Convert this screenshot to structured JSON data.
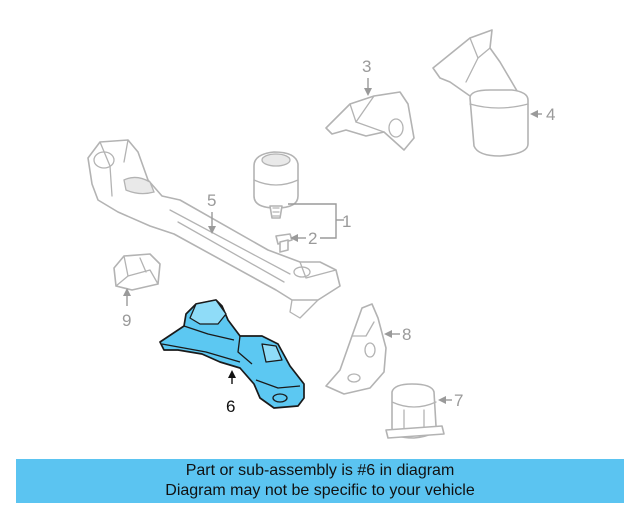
{
  "callouts": {
    "c1": "1",
    "c2": "2",
    "c3": "3",
    "c4": "4",
    "c5": "5",
    "c6": "6",
    "c7": "7",
    "c8": "8",
    "c9": "9"
  },
  "highlight_color": "#5cc8f2",
  "banner": {
    "line1": "Part or sub-assembly is #6 in diagram",
    "line2": "Diagram may not be specific to your vehicle",
    "color": "#5bc4f1"
  }
}
